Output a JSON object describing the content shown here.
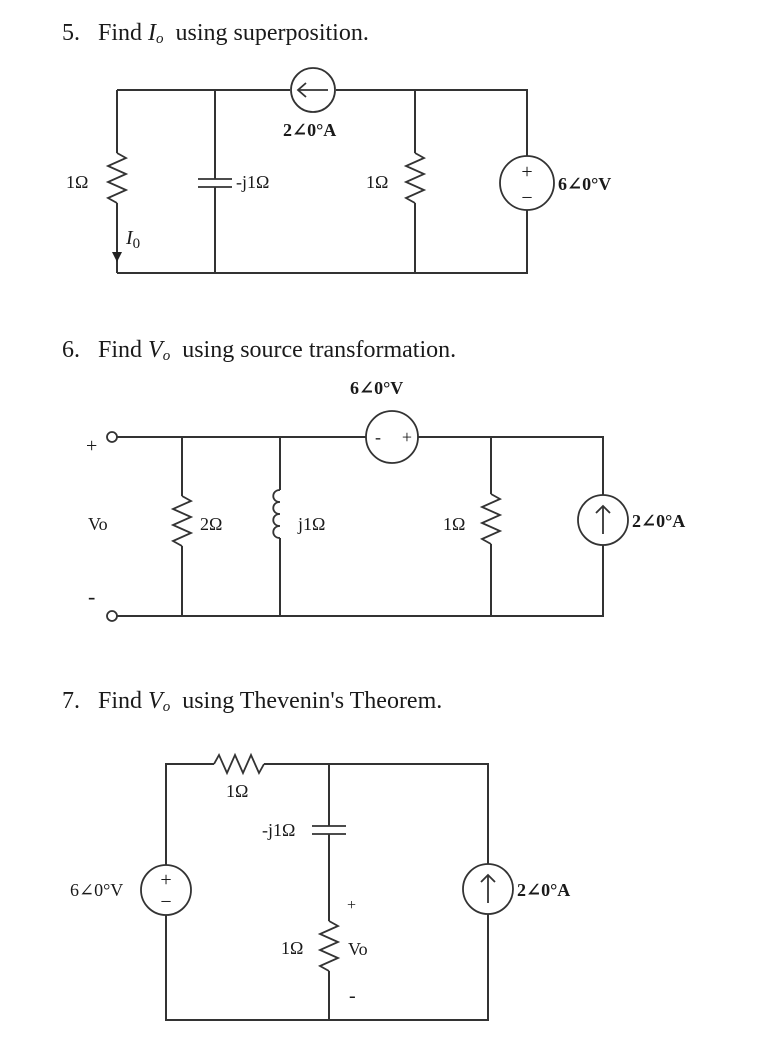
{
  "problems": [
    {
      "number": "5.",
      "find_word": "Find",
      "var_letter": "I",
      "var_sub": "o",
      "method": "using superposition.",
      "labels": {
        "r_left": "1Ω",
        "cap": "-j1Ω",
        "r_mid": "1Ω",
        "cur_src": "2∠0°A",
        "volt_src": "6∠0°V",
        "io_letter": "I",
        "io_sub": "0",
        "plus": "+",
        "minus": "−"
      }
    },
    {
      "number": "6.",
      "find_word": "Find",
      "var_letter": "V",
      "var_sub": "o",
      "method": "using source transformation.",
      "labels": {
        "volt_src": "6∠0°V",
        "vo": "Vo",
        "plus": "+",
        "minus": "-",
        "r_2": "2Ω",
        "ind": "j1Ω",
        "r_1": "1Ω",
        "cur_src": "2∠0°A",
        "src_minus": "-",
        "src_plus": "+"
      }
    },
    {
      "number": "7.",
      "find_word": "Find",
      "var_letter": "V",
      "var_sub": "o",
      "method": "using Thevenin's Theorem.",
      "labels": {
        "r_top": "1Ω",
        "cap": "-j1Ω",
        "volt_src": "6∠0°V",
        "cur_src": "2∠0°A",
        "r_bottom": "1Ω",
        "vo": "Vo",
        "plus": "+",
        "minus": "-",
        "src_plus": "+",
        "src_minus": "−"
      }
    }
  ]
}
